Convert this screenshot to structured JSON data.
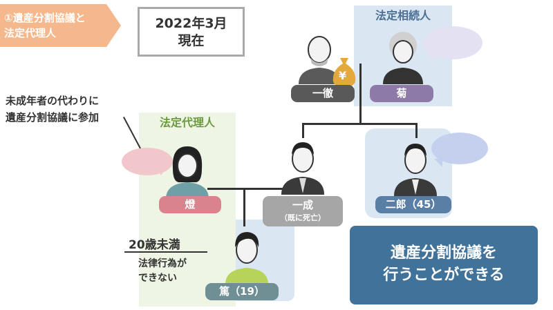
{
  "banner": {
    "line1": "①遺産分割協議と",
    "line2": "法定代理人"
  },
  "date_box": {
    "line1": "2022年3月",
    "line2": "現在"
  },
  "heirs_zone": {
    "title": "法定相続人"
  },
  "guardian_zone": {
    "title": "法定代理人"
  },
  "note_left": {
    "line1": "未成年者の代わりに",
    "line2": "遺産分割協議に参加"
  },
  "coin": {
    "symbol": "¥"
  },
  "people": {
    "ittetsu": {
      "name": "一徹"
    },
    "kiku": {
      "name": "菊"
    },
    "issei": {
      "name": "一成",
      "sub": "（既に死亡）"
    },
    "jiro": {
      "name": "二郎（45）"
    },
    "akari": {
      "name": "燈"
    },
    "atsushi": {
      "name": "篤（19）"
    }
  },
  "minor_note": {
    "title": "20歳未満",
    "line1": "法律行為が",
    "line2": "できない"
  },
  "result": {
    "line1": "遺産分割協議を",
    "line2": "行うことができる"
  },
  "colors": {
    "banner": "#f5b88c",
    "heir_zone": "#dbe6f3",
    "guardian_zone": "#eef5e4",
    "label_dark": "#595959",
    "label_purple": "#8e7aa8",
    "label_gray": "#a6a6a6",
    "label_blue": "#5a7fa6",
    "label_pink": "#d9838e",
    "label_teal": "#6f8f94",
    "result_box": "#41729a"
  }
}
